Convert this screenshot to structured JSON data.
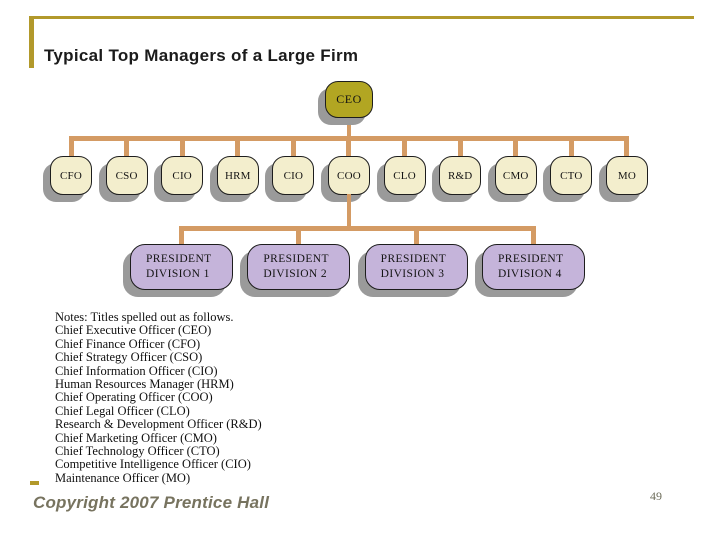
{
  "slide": {
    "title": "Typical Top Managers of a Large Firm",
    "footer": "Copyright 2007 Prentice Hall",
    "page_number": "49"
  },
  "org_chart": {
    "type": "org-tree",
    "root": "CEO",
    "level2": [
      "CFO",
      "CSO",
      "CIO",
      "HRM",
      "CIO",
      "COO",
      "CLO",
      "R&D",
      "CMO",
      "CTO",
      "MO"
    ],
    "level3": [
      {
        "line1": "PRESIDENT",
        "line2": "DIVISION 1"
      },
      {
        "line1": "PRESIDENT",
        "line2": "DIVISION 2"
      },
      {
        "line1": "PRESIDENT",
        "line2": "DIVISION 3"
      },
      {
        "line1": "PRESIDENT",
        "line2": "DIVISION 4"
      }
    ],
    "level3_parent": "COO"
  },
  "notes": {
    "lines": [
      "Notes: Titles spelled out as follows.",
      "Chief Executive Officer (CEO)",
      "Chief Finance Officer (CFO)",
      "Chief Strategy Officer (CSO)",
      "Chief Information Officer (CIO)",
      "Human Resources Manager (HRM)",
      "Chief Operating Officer (COO)",
      "Chief Legal Officer (CLO)",
      "Research & Development Officer (R&D)",
      "Chief Marketing Officer (CMO)",
      "Chief Technology Officer (CTO)",
      "Competitive Intelligence Officer (CIO)",
      "Maintenance Officer (MO)"
    ]
  },
  "colors": {
    "accent_gold": "#b2992b",
    "ceo_fill": "#b2a622",
    "manager_fill": "#f3eecd",
    "president_fill": "#c5b4da",
    "connector": "#d49b64",
    "shadow": "#9a9a9a"
  }
}
